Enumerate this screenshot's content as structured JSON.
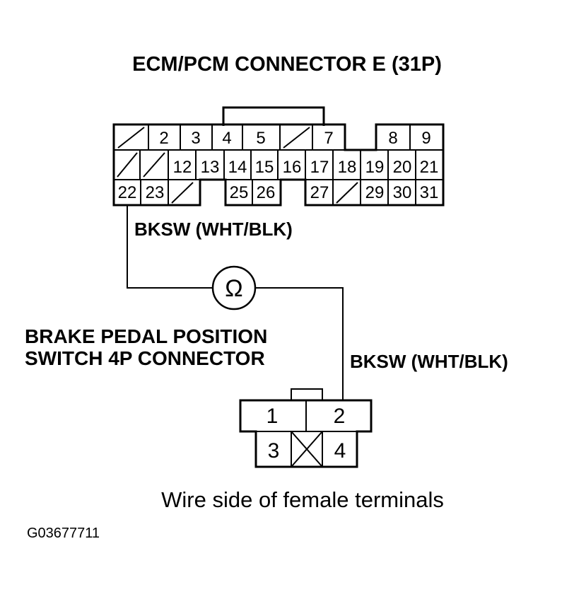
{
  "title": "ECM/PCM CONNECTOR E (31P)",
  "ecm_wire_label": "BKSW (WHT/BLK)",
  "switch_wire_label": "BKSW (WHT/BLK)",
  "switch_label_line1": "BRAKE PEDAL POSITION",
  "switch_label_line2": "SWITCH 4P CONNECTOR",
  "caption": "Wire side of female terminals",
  "figure_id": "G03677711",
  "ohmmeter_symbol": "Ω",
  "ecm_pins": {
    "row1": [
      "",
      "2",
      "3",
      "4",
      "5",
      "",
      "7",
      "8",
      "9"
    ],
    "row2": [
      "",
      "",
      "12",
      "13",
      "14",
      "15",
      "16",
      "17",
      "18",
      "19",
      "20",
      "21"
    ],
    "row3": [
      "22",
      "23",
      "",
      "25",
      "26",
      "27",
      "",
      "29",
      "30",
      "31"
    ]
  },
  "switch_pins": [
    "1",
    "2",
    "3",
    "",
    "4"
  ]
}
